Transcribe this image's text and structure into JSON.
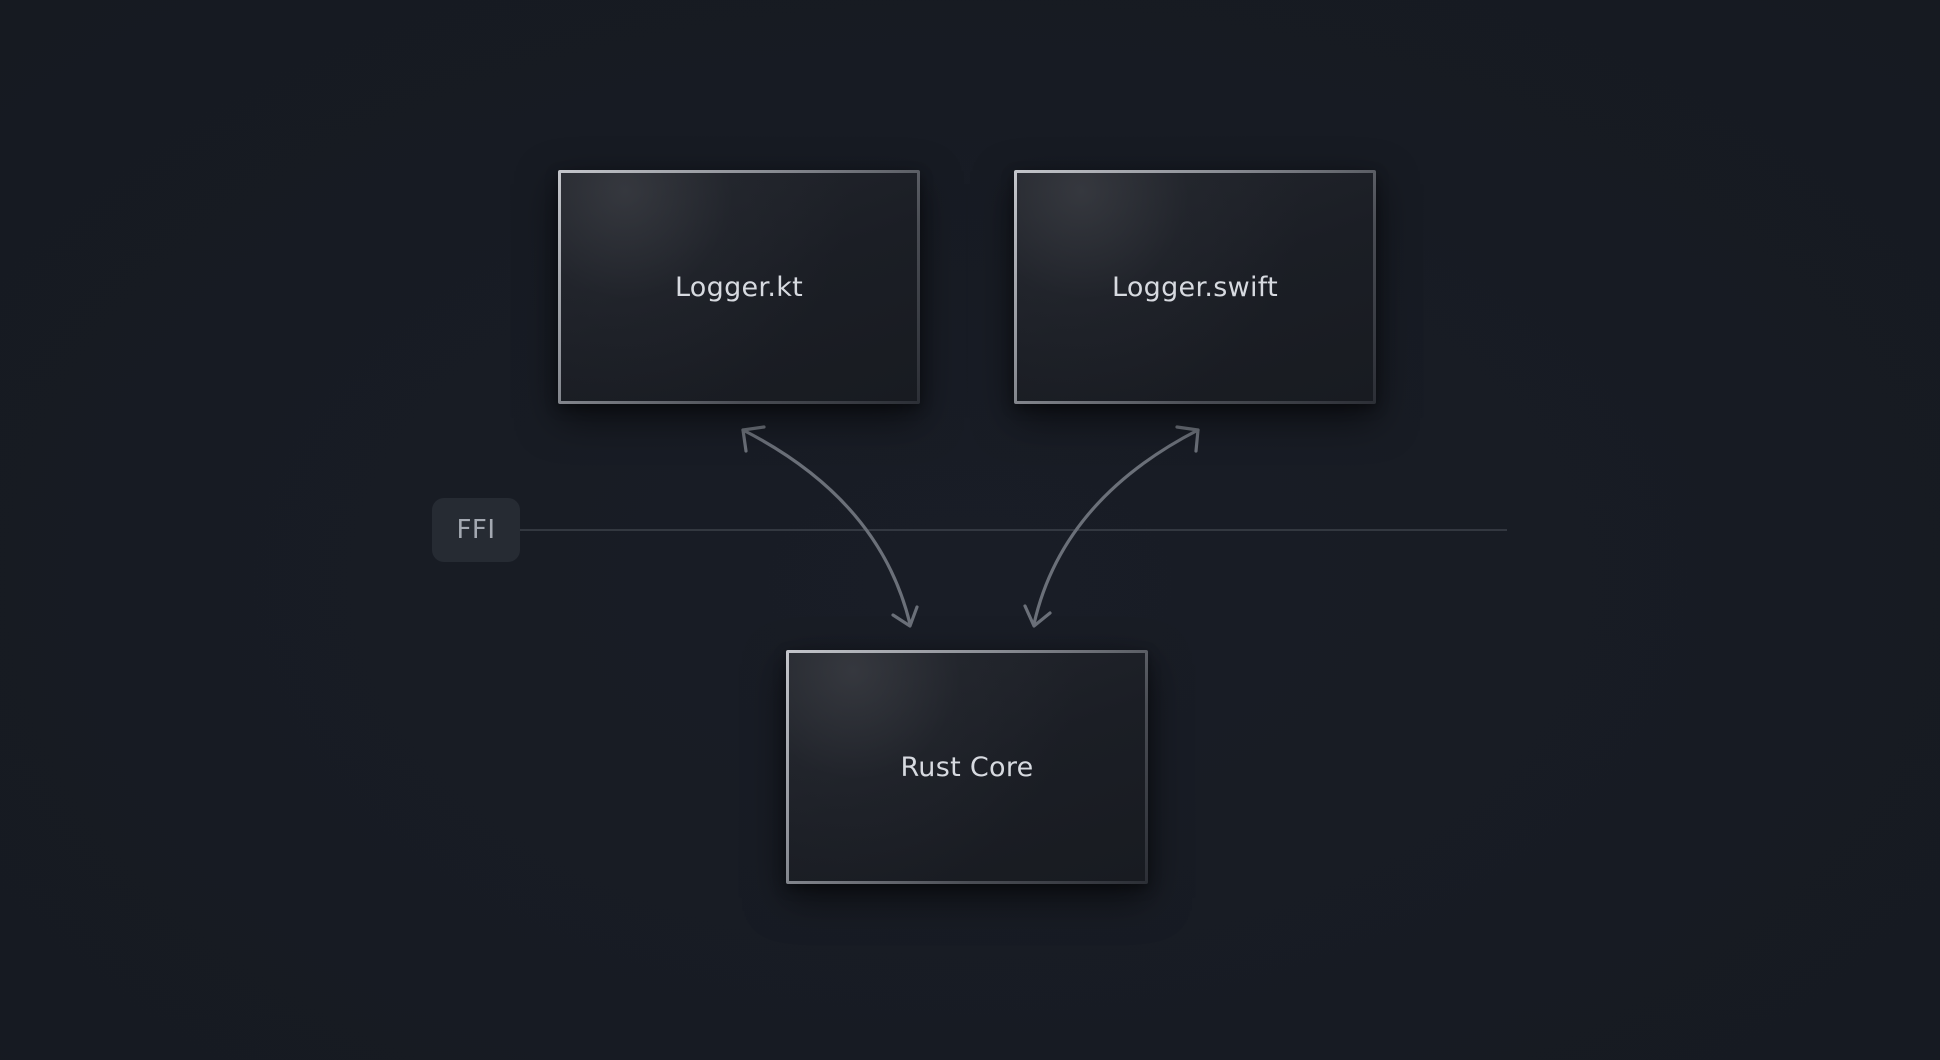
{
  "diagram": {
    "nodes": [
      {
        "id": "kotlin",
        "label": "Logger.kt"
      },
      {
        "id": "swift",
        "label": "Logger.swift"
      },
      {
        "id": "rust",
        "label": "Rust Core"
      }
    ],
    "boundary": {
      "label": "FFI"
    },
    "edges": [
      {
        "from": "kotlin",
        "to": "rust",
        "direction": "bidirectional"
      },
      {
        "from": "swift",
        "to": "rust",
        "direction": "bidirectional"
      }
    ]
  },
  "colors": {
    "background": "#171b23",
    "connector": "#6b7079",
    "divider": "#3c414a",
    "badge": "#262b33",
    "node_text": "#d7dae0"
  }
}
